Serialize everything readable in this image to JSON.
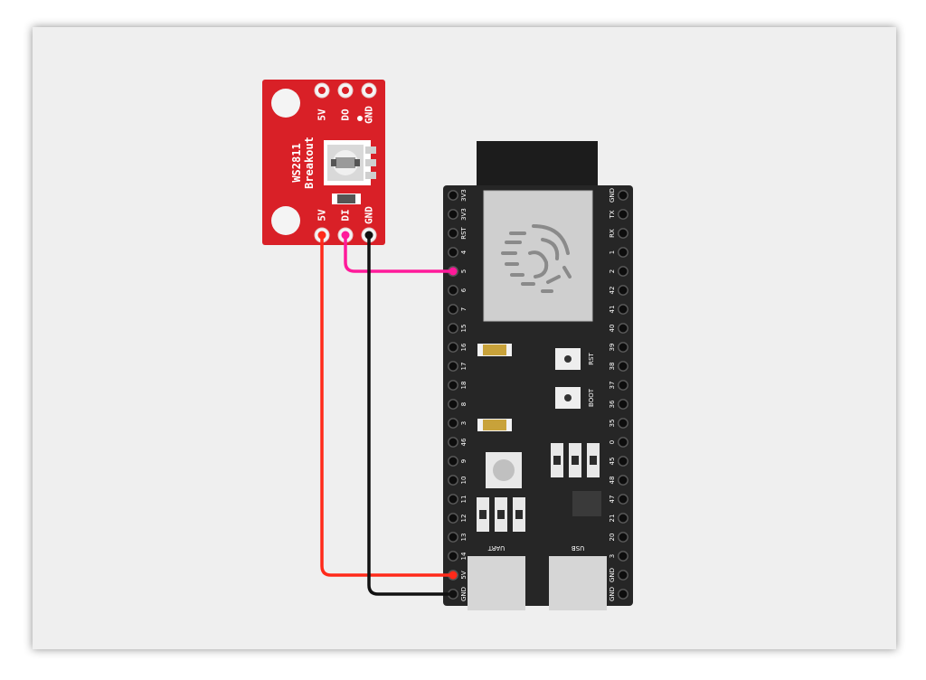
{
  "ws2811": {
    "title": "WS2811",
    "subtitle": "Breakout",
    "top_pins": [
      "5V",
      "DO",
      "GND"
    ],
    "bottom_pins": [
      "5V",
      "DI",
      "GND"
    ],
    "color": "#d92027"
  },
  "esp32": {
    "left_pins": [
      "3V3",
      "3V3",
      "RST",
      "4",
      "5",
      "6",
      "7",
      "15",
      "16",
      "17",
      "18",
      "8",
      "3",
      "46",
      "9",
      "10",
      "11",
      "12",
      "13",
      "14",
      "5V",
      "GND"
    ],
    "right_pins": [
      "GND",
      "TX",
      "RX",
      "1",
      "2",
      "42",
      "41",
      "40",
      "39",
      "38",
      "37",
      "36",
      "35",
      "0",
      "45",
      "48",
      "47",
      "21",
      "20",
      "3",
      "GND",
      "GND"
    ],
    "buttons": [
      "RST",
      "BOOT"
    ],
    "ports": [
      "UART",
      "USB"
    ],
    "color": "#262626"
  },
  "wires": [
    {
      "from": "ws2811.5V",
      "to": "esp32.5V",
      "color": "#ff2a1a"
    },
    {
      "from": "ws2811.DI",
      "to": "esp32.5",
      "color": "#ff1a9a"
    },
    {
      "from": "ws2811.GND",
      "to": "esp32.GND",
      "color": "#111111"
    }
  ]
}
